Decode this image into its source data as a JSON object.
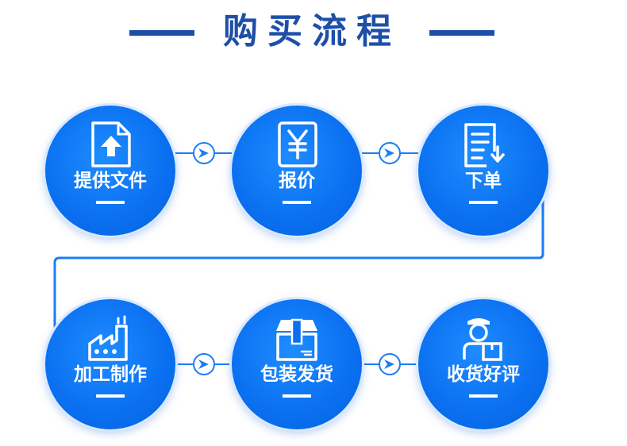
{
  "title": "购买流程",
  "colors": {
    "title": "#1e4fa8",
    "circle": "#0a6ff0",
    "connector": "#1a7df5",
    "white": "#ffffff"
  },
  "steps": [
    {
      "label": "提供文件",
      "icon": "file-upload-icon"
    },
    {
      "label": "报价",
      "icon": "yen-quote-icon"
    },
    {
      "label": "下单",
      "icon": "order-download-icon"
    },
    {
      "label": "加工制作",
      "icon": "factory-icon"
    },
    {
      "label": "包装发货",
      "icon": "package-box-icon"
    },
    {
      "label": "收货好评",
      "icon": "courier-receive-icon"
    }
  ]
}
